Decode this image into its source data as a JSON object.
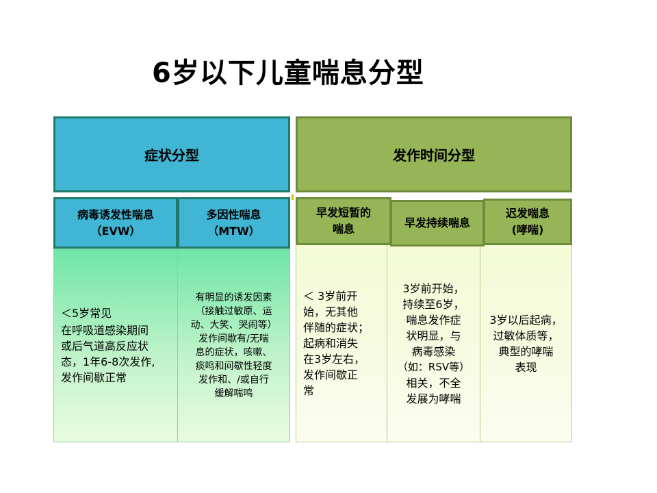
{
  "title": "6岁以下儿童喘息分型",
  "left_panel": {
    "header": "症状分型",
    "columns": [
      {
        "header_line1": "病毒诱发性喘息",
        "header_line2": "（EVW）",
        "body": [
          "＜5岁常见",
          "在呼吸道感染期间",
          "或后气道高反应状",
          "态，1年6-8次发作,",
          "发作间歇正常"
        ]
      },
      {
        "header_line1": "多因性喘息",
        "header_line2": "（MTW）",
        "body": [
          "有明显的诱发因素",
          "（接触过敏原、运",
          "动、大笑、哭闹等）",
          "发作间歇有/无喘",
          "息的症状，咳嗽、",
          "痰鸣和间歇性轻度",
          "发作和、/或自行",
          "缓解喘鸣"
        ]
      }
    ]
  },
  "right_panel": {
    "header": "发作时间分型",
    "columns": [
      {
        "header_line1": "早发短暂的",
        "header_line2": "喘息",
        "body": [
          "＜ 3岁前开",
          "始，无其他",
          "伴随的症状；",
          "起病和消失",
          "在3岁左右，",
          "发作间歇正",
          "常"
        ]
      },
      {
        "header_line1": "早发持续喘息",
        "header_line2": "",
        "body": [
          "3岁前开始，",
          "持续至6岁，",
          "喘息发作症",
          "状明显，与",
          "病毒感染",
          "（如：RSV等）",
          "相关，不全",
          "发展为哮喘"
        ]
      },
      {
        "header_line1": "迟发喘息",
        "header_line2": "(哮喘)",
        "body": [
          "3岁以后起病，",
          "过敏体质等，",
          "典型的哮喘",
          "表现"
        ]
      }
    ]
  },
  "colors": {
    "blue_header": "#40b6d4",
    "green_header": "#96b556",
    "left_body": "#bff3c9",
    "right_body": "#f7fbe3"
  }
}
